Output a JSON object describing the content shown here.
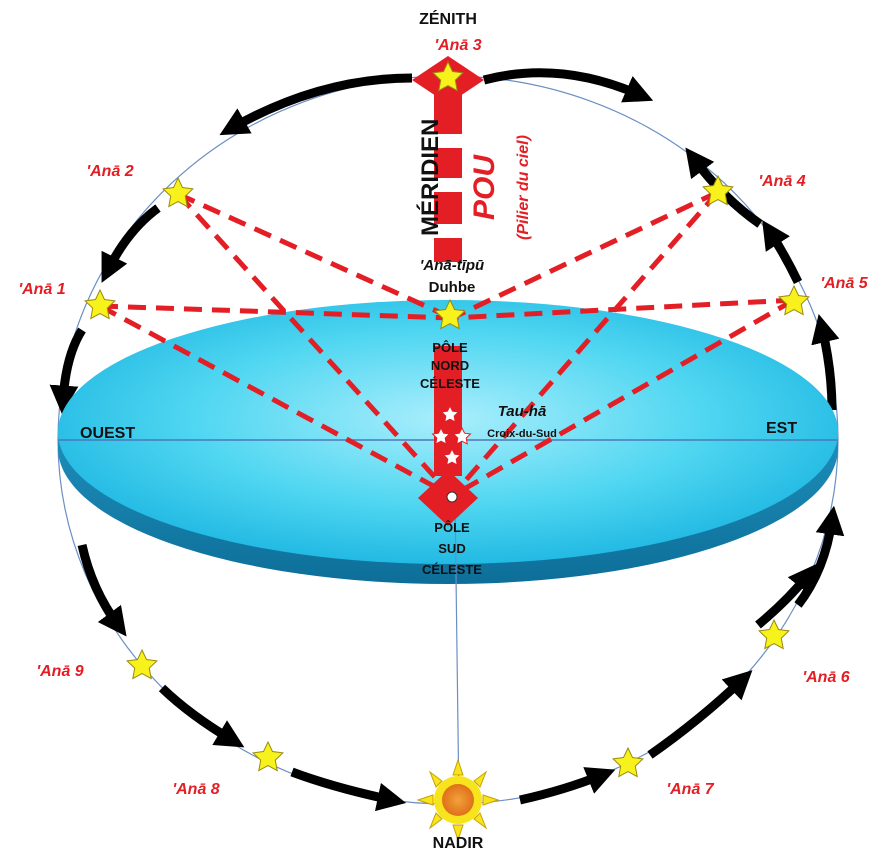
{
  "labels": {
    "zenith": "ZÉNITH",
    "nadir": "NADIR",
    "west": "OUEST",
    "east": "EST",
    "meridian": "MÉRIDIEN",
    "pou": "POU",
    "pou_sub": "(Pilier du ciel)",
    "ana_tipu": "'Anā-tīpū",
    "duhbe": "Duhbe",
    "north_pole": [
      "PÔLE",
      "NORD",
      "CÉLESTE"
    ],
    "south_pole": [
      "PÔLE",
      "SUD",
      "CÉLESTE"
    ],
    "tau_ha": "Tau-hā",
    "croix": "Croix-du-Sud"
  },
  "stars": [
    {
      "id": "ana-1",
      "label": "'Anā 1"
    },
    {
      "id": "ana-2",
      "label": "'Anā 2"
    },
    {
      "id": "ana-3",
      "label": "'Anā 3"
    },
    {
      "id": "ana-4",
      "label": "'Anā 4"
    },
    {
      "id": "ana-5",
      "label": "'Anā 5"
    },
    {
      "id": "ana-6",
      "label": "'Anā 6"
    },
    {
      "id": "ana-7",
      "label": "'Anā 7"
    },
    {
      "id": "ana-8",
      "label": "'Anā 8"
    },
    {
      "id": "ana-9",
      "label": "'Anā 9"
    }
  ],
  "colors": {
    "red": "#e31e24",
    "star_fill": "#f7f21c",
    "disc_fill": "#3fd0ef",
    "disc_edge": "#1a9bd1",
    "arrow": "#000000",
    "sun": "#f7a600"
  }
}
